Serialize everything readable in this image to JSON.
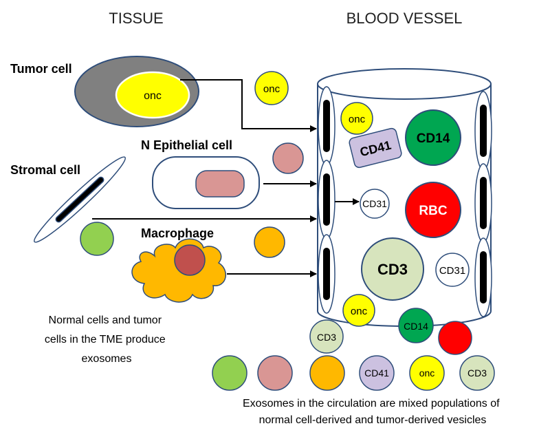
{
  "headers": {
    "tissue": "TISSUE",
    "blood_vessel": "BLOOD VESSEL"
  },
  "cell_labels": {
    "tumor_cell": "Tumor cell",
    "stromal_cell": "Stromal cell",
    "epithelial_cell": "N Epithelial cell",
    "macrophage": "Macrophage",
    "tumor_nucleus": "onc"
  },
  "vessel_cells": {
    "onc": "onc",
    "cd41": "CD41",
    "cd14": "CD14",
    "cd31_left": "CD31",
    "rbc": "RBC",
    "cd3": "CD3",
    "cd31_right": "CD31"
  },
  "free_exosomes": {
    "onc_tissue": "onc",
    "onc_bottom": "onc",
    "cd14_bottom": "CD14",
    "cd3_bottom": "CD3"
  },
  "bottom_row": [
    "",
    "",
    "",
    "CD41",
    "onc",
    "CD3"
  ],
  "captions": {
    "tissue": [
      "Normal cells and tumor",
      "cells in the TME produce",
      "exosomes"
    ],
    "circulation": [
      "Exosomes in the circulation are mixed populations of",
      "normal cell-derived  and tumor-derived vesicles"
    ]
  },
  "colors": {
    "onc_yellow": "#ffff00",
    "cd14_green": "#00a651",
    "rbc_red": "#ff0000",
    "cd3_sage": "#d7e4bd",
    "cd41_lavender": "#ccc1e0",
    "epithelial_pink": "#d99694",
    "macrophage_orange": "#ffb800",
    "stromal_green": "#92d050",
    "tumor_gray": "#808080",
    "vessel_outline": "#2e4d7a"
  }
}
